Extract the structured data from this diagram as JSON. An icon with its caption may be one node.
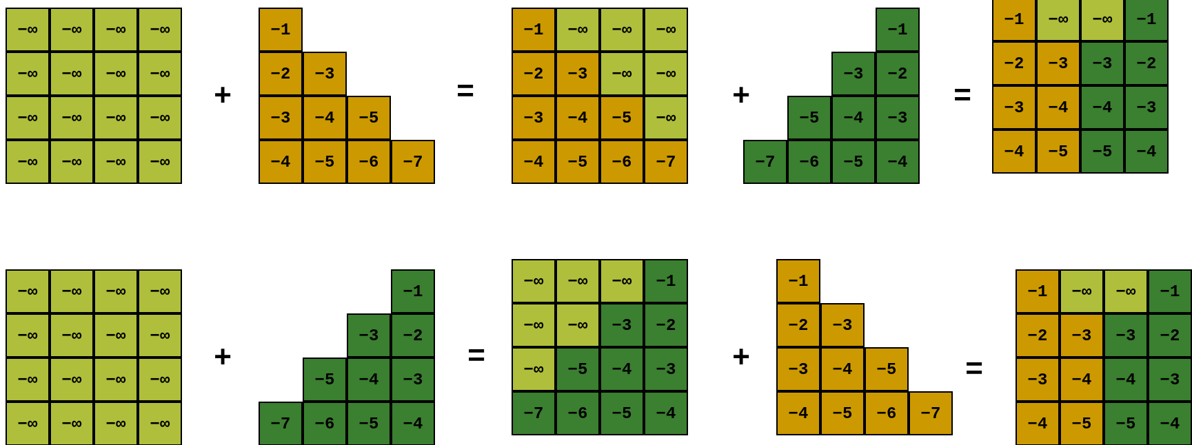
{
  "diagram": {
    "labels": [
      "−∞",
      "−∞",
      "−∞",
      "−∞",
      "−∞",
      "−∞",
      "−∞",
      "−∞",
      "−∞",
      "−∞",
      "−∞",
      "−∞",
      "−∞",
      "−∞",
      "−∞",
      "−∞",
      "+",
      "−1",
      "−2",
      "−3",
      "−3",
      "−4",
      "−5",
      "−4",
      "−5",
      "−6",
      "−7",
      "=",
      "−1",
      "−∞",
      "−∞",
      "−∞",
      "−2",
      "−3",
      "−∞",
      "−∞",
      "−3",
      "−4",
      "−5",
      "−∞",
      "−4",
      "−5",
      "−6",
      "−7",
      "+",
      "−1",
      "−3",
      "−2",
      "−5",
      "−4",
      "−3",
      "−7",
      "−6",
      "−5",
      "−4",
      "=",
      "−1",
      "−∞",
      "−∞",
      "−1",
      "−2",
      "−3",
      "−3",
      "−2",
      "−3",
      "−4",
      "−4",
      "−3",
      "−4",
      "−5",
      "−5",
      "−4",
      "−∞",
      "−∞",
      "−∞",
      "−∞",
      "−∞",
      "−∞",
      "−∞",
      "−∞",
      "−∞",
      "−∞",
      "−∞",
      "−∞",
      "−∞",
      "−∞",
      "−∞",
      "−∞",
      "+",
      "−1",
      "−3",
      "−2",
      "−5",
      "−4",
      "−3",
      "−7",
      "−6",
      "−5",
      "−4",
      "=",
      "−∞",
      "−∞",
      "−∞",
      "−1",
      "−∞",
      "−∞",
      "−3",
      "−2",
      "−∞",
      "−5",
      "−4",
      "−3",
      "−7",
      "−6",
      "−5",
      "−4",
      "+",
      "−1",
      "−2",
      "−3",
      "−3",
      "−4",
      "−5",
      "−4",
      "−5",
      "−6",
      "−7",
      "=",
      "−1",
      "−∞",
      "−∞",
      "−1",
      "−2",
      "−3",
      "−3",
      "−2",
      "−3",
      "−4",
      "−4",
      "−3",
      "−4",
      "−5",
      "−5",
      "−4"
    ]
  }
}
